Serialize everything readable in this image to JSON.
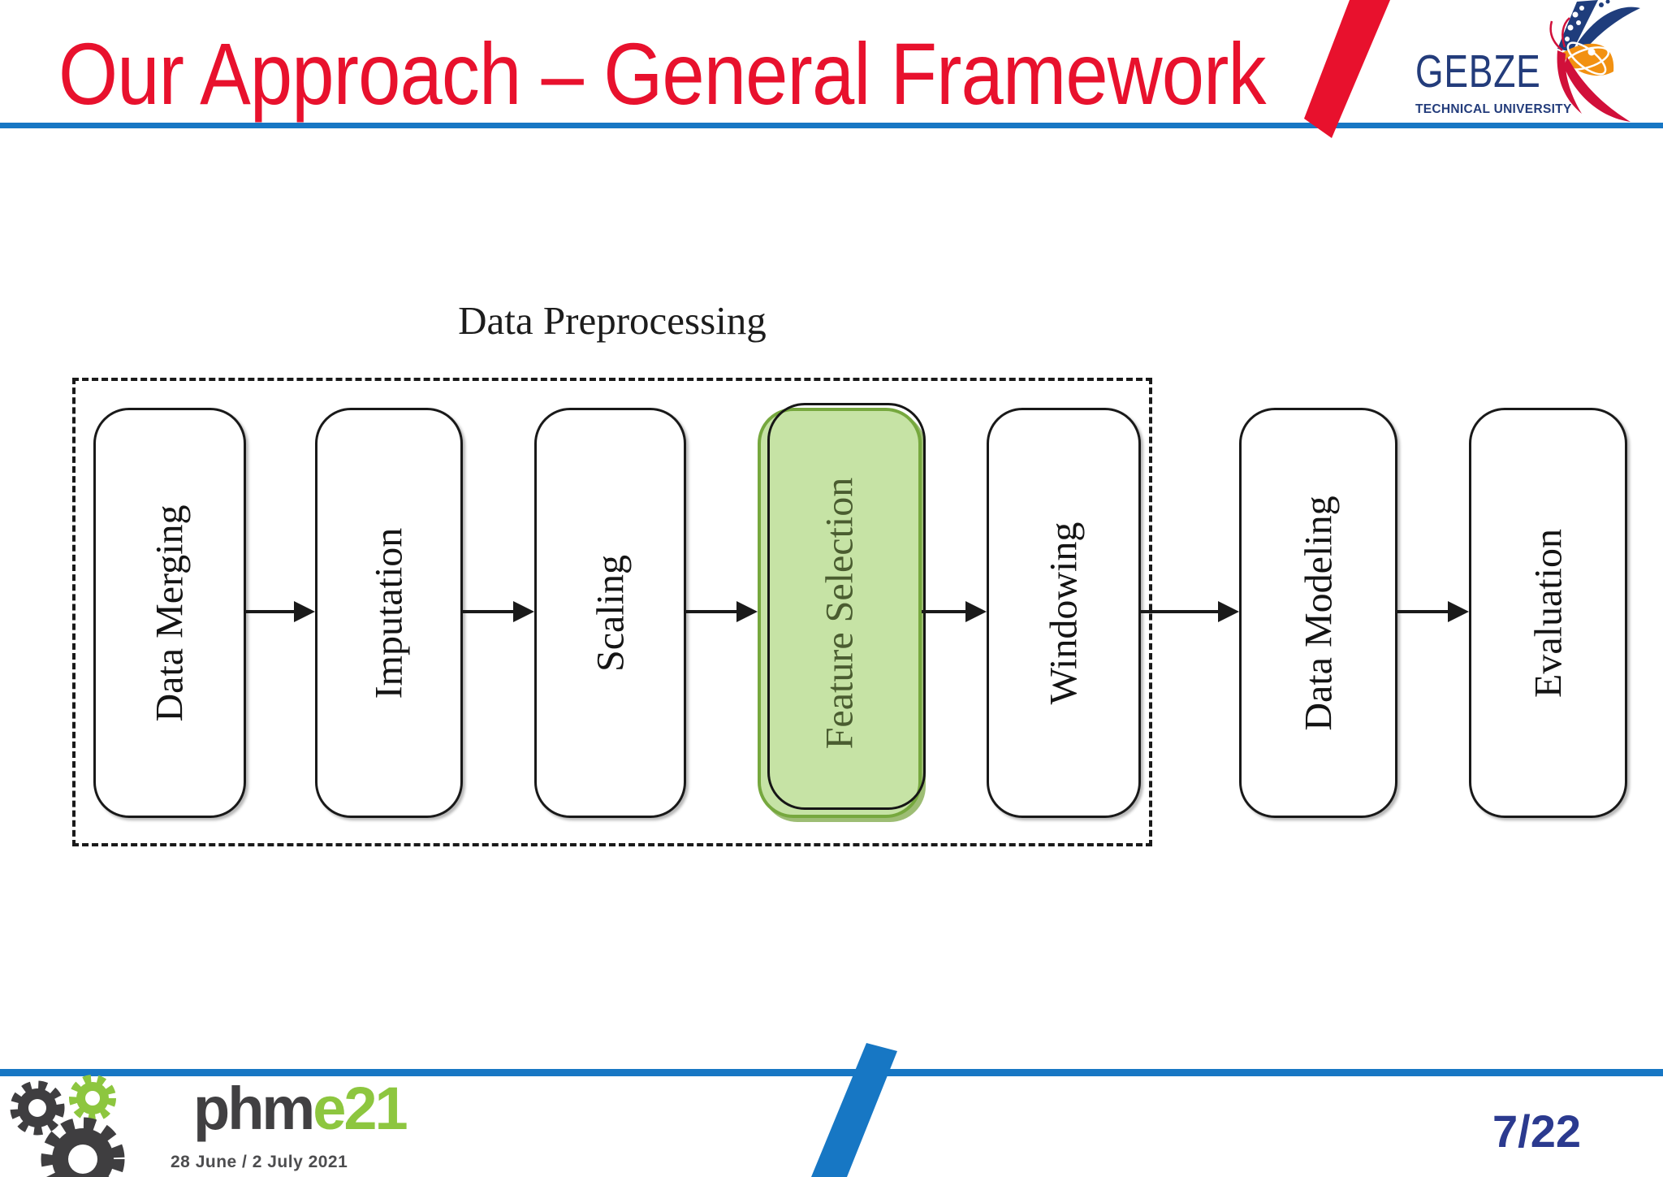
{
  "slide": {
    "header": {
      "title": "Our Approach – General Framework",
      "university": {
        "name": "GEBZE",
        "subtitle": "TECHNICAL UNIVERSITY"
      }
    },
    "diagram": {
      "group_label": "Data Preprocessing",
      "nodes": [
        {
          "label": "Data Merging",
          "highlighted": false,
          "in_group": true
        },
        {
          "label": "Imputation",
          "highlighted": false,
          "in_group": true
        },
        {
          "label": "Scaling",
          "highlighted": false,
          "in_group": true
        },
        {
          "label": "Feature Selection",
          "highlighted": true,
          "in_group": true
        },
        {
          "label": "Windowing",
          "highlighted": false,
          "in_group": true
        },
        {
          "label": "Data Modeling",
          "highlighted": false,
          "in_group": false
        },
        {
          "label": "Evaluation",
          "highlighted": false,
          "in_group": false
        }
      ],
      "connections": [
        [
          "Data Merging",
          "Imputation"
        ],
        [
          "Imputation",
          "Scaling"
        ],
        [
          "Scaling",
          "Feature Selection"
        ],
        [
          "Feature Selection",
          "Windowing"
        ],
        [
          "Windowing",
          "Data Modeling"
        ],
        [
          "Data Modeling",
          "Evaluation"
        ]
      ]
    },
    "footer": {
      "conference_logo": {
        "dark_part": "phm",
        "green_part": "e21"
      },
      "dates": "28 June / 2 July 2021",
      "page_number": "7/22"
    },
    "colors": {
      "title_red": "#e8112d",
      "accent_blue": "#1777c4",
      "logo_navy": "#233c7b",
      "page_number_navy": "#2b3a8f",
      "highlight_fill": "#c6e3a5",
      "highlight_border": "#76a83e",
      "phme_green": "#8dc63f",
      "phme_gray": "#414042",
      "diagram_ink": "#1a1a1a"
    }
  }
}
